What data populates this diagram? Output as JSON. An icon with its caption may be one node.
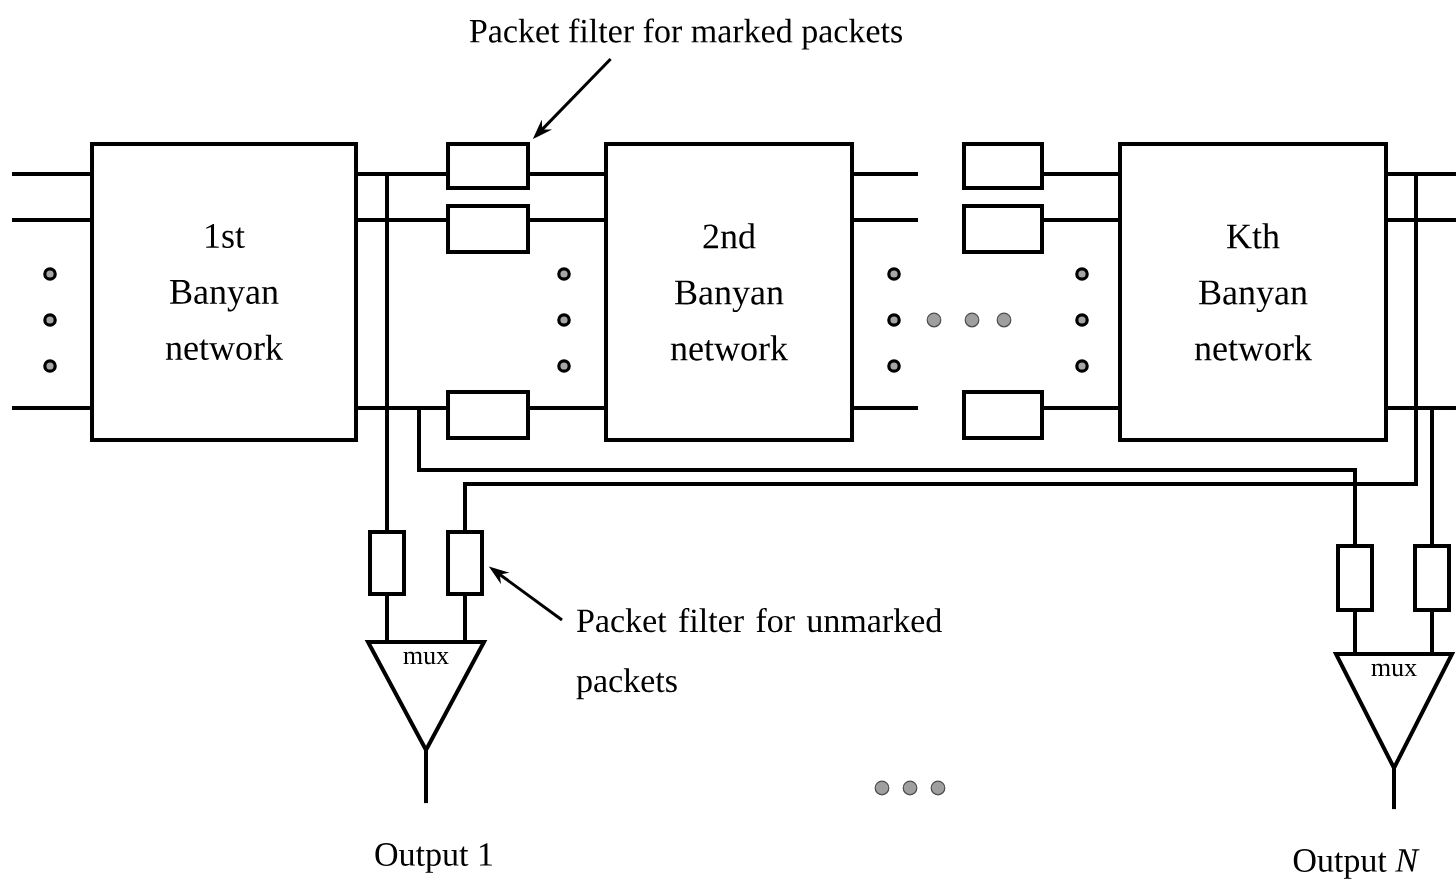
{
  "diagram": {
    "nodes": [
      {
        "text": [
          "1st Banyan network"
        ]
      },
      {
        "text": [
          "2nd Banyan network"
        ]
      },
      {
        "text": [
          "Kth Banyan network"
        ]
      },
      {
        "text": [],
        "shape": "box"
      },
      {
        "text": [],
        "shape": "box"
      },
      {
        "text": [],
        "shape": "box"
      },
      {
        "text": [],
        "shape": "box"
      },
      {
        "text": [],
        "shape": "box"
      },
      {
        "text": [],
        "shape": "box"
      },
      {
        "text": [],
        "shape": "box"
      },
      {
        "text": [],
        "shape": "box"
      },
      {
        "text": [
          "mux"
        ]
      },
      {
        "text": [],
        "shape": "box"
      },
      {
        "text": [],
        "shape": "box"
      },
      {
        "text": [
          "mux"
        ]
      },
      {
        "text": [
          "Output 1"
        ]
      },
      {
        "text": [
          "Output *N*"
        ]
      },
      {
        "text": [
          "Packet filter for marked packets"
        ]
      },
      {
        "text": [
          "Packet filter for unmarked packets"
        ]
      }
    ],
    "edges": [
      {
        "from": null,
        "to": 0,
        "arrow": "none"
      },
      {
        "from": null,
        "to": 0,
        "arrow": "none"
      },
      {
        "from": null,
        "to": 0,
        "arrow": "none"
      },
      {
        "from": 0,
        "to": 3,
        "arrow": "none"
      },
      {
        "from": 0,
        "to": 4,
        "arrow": "none"
      },
      {
        "from": 0,
        "to": 5,
        "arrow": "none"
      },
      {
        "from": 3,
        "to": 1,
        "arrow": "none"
      },
      {
        "from": 4,
        "to": 1,
        "arrow": "none"
      },
      {
        "from": 5,
        "to": 1,
        "arrow": "none"
      },
      {
        "from": 1,
        "to": null,
        "arrow": "none"
      },
      {
        "from": 1,
        "to": null,
        "arrow": "none"
      },
      {
        "from": 1,
        "to": null,
        "arrow": "none"
      },
      {
        "from": 6,
        "to": 2,
        "arrow": "none"
      },
      {
        "from": 7,
        "to": 2,
        "arrow": "none"
      },
      {
        "from": 8,
        "to": 2,
        "arrow": "none"
      },
      {
        "from": 2,
        "to": null,
        "arrow": "none"
      },
      {
        "from": 2,
        "to": null,
        "arrow": "none"
      },
      {
        "from": 2,
        "to": null,
        "arrow": "none"
      },
      {
        "from": 0,
        "to": 9,
        "arrow": "none"
      },
      {
        "from": 0,
        "to": 12,
        "arrow": "none"
      },
      {
        "from": 2,
        "to": 10,
        "arrow": "none"
      },
      {
        "from": 2,
        "to": 13,
        "arrow": "none"
      },
      {
        "from": 9,
        "to": 11,
        "arrow": "none"
      },
      {
        "from": 10,
        "to": 11,
        "arrow": "none"
      },
      {
        "from": 12,
        "to": 14,
        "arrow": "none"
      },
      {
        "from": 13,
        "to": 14,
        "arrow": "none"
      },
      {
        "from": 11,
        "to": 15,
        "arrow": "none"
      },
      {
        "from": 14,
        "to": 16,
        "arrow": "none"
      },
      {
        "from": 17,
        "to": 3,
        "arrow": "to"
      },
      {
        "from": 18,
        "to": 10,
        "arrow": "to"
      }
    ]
  }
}
